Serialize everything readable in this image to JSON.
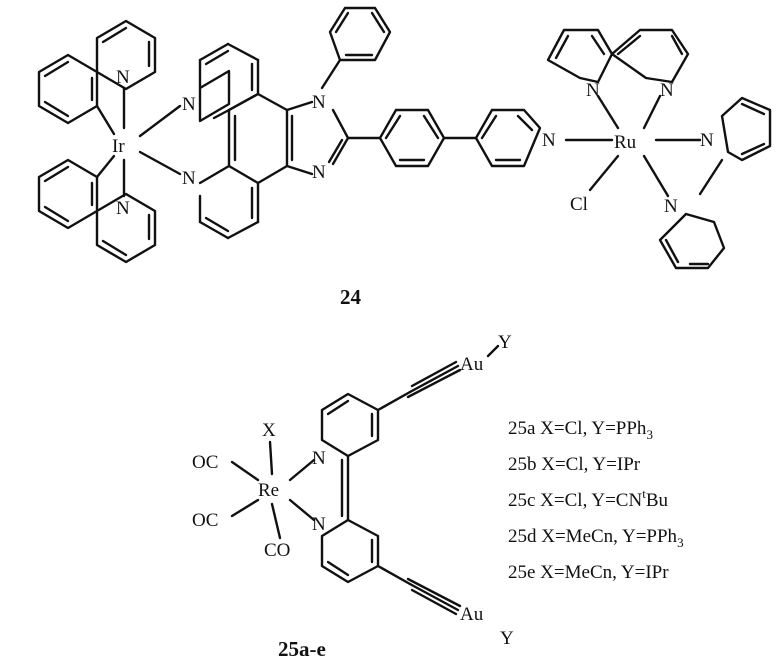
{
  "figure": {
    "compound_24": {
      "label": "24",
      "atoms": {
        "N": "N",
        "Ir": "Ir",
        "Ru": "Ru",
        "Cl": "Cl"
      }
    },
    "compound_25": {
      "label": "25a-e",
      "atoms": {
        "Re": "Re",
        "N": "N",
        "X": "X",
        "CO": "CO",
        "OC": "OC",
        "Au": "Au",
        "Y": "Y"
      },
      "entries": [
        {
          "id": "25a",
          "x": "Cl",
          "y": "PPh",
          "y_sub": "3",
          "y_sup": "",
          "y_tail": ""
        },
        {
          "id": "25b",
          "x": "Cl",
          "y": "IPr",
          "y_sub": "",
          "y_sup": "",
          "y_tail": ""
        },
        {
          "id": "25c",
          "x": "Cl",
          "y": "CN",
          "y_sub": "",
          "y_sup": "t",
          "y_tail": "Bu"
        },
        {
          "id": "25d",
          "x": "MeCn",
          "y": "PPh",
          "y_sub": "3",
          "y_sup": "",
          "y_tail": ""
        },
        {
          "id": "25e",
          "x": "MeCn",
          "y": "IPr",
          "y_sub": "",
          "y_sup": "",
          "y_tail": ""
        }
      ]
    }
  }
}
